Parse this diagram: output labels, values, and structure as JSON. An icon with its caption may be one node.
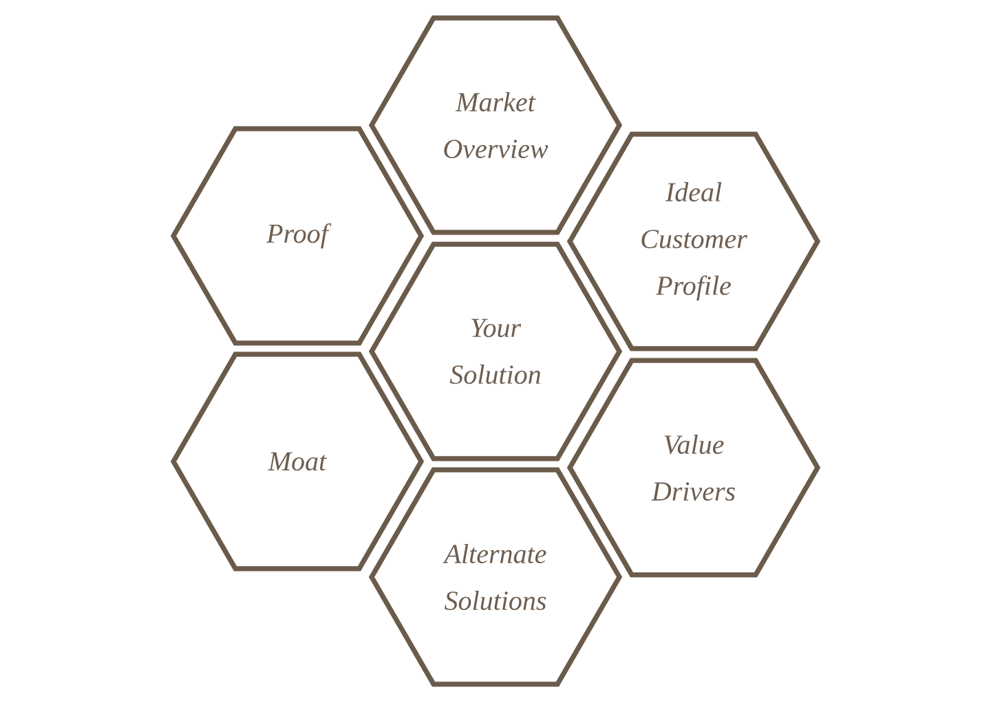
{
  "diagram": {
    "nodes": [
      {
        "text": [
          "Market Overview"
        ]
      },
      {
        "text": [
          "Proof"
        ]
      },
      {
        "text": [
          "Ideal Customer Profile"
        ]
      },
      {
        "text": [
          "Your Solution"
        ]
      },
      {
        "text": [
          "Moat"
        ]
      },
      {
        "text": [
          "Value Drivers"
        ]
      },
      {
        "text": [
          "Alternate Solutions"
        ]
      }
    ]
  }
}
